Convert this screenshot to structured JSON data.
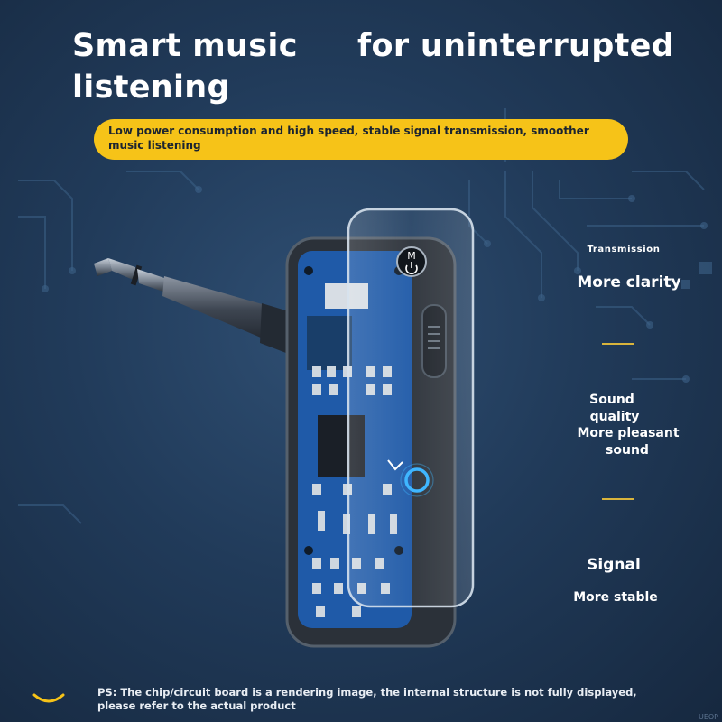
{
  "headline": {
    "left": "Smart music listening",
    "right": "for uninterrupted"
  },
  "banner": {
    "text": "Low power consumption and high speed, stable signal transmission, smoother music listening"
  },
  "product": {
    "button_icon": "m-power-button-icon",
    "status_light_icon": "led-ring-icon"
  },
  "features": {
    "transmission_label": "Transmission",
    "clarity": "More clarity",
    "sound_quality_line1": "Sound",
    "sound_quality_line2": "quality",
    "sound_quality_line3": "More pleasant",
    "sound_quality_line4": "sound",
    "signal": "Signal",
    "stable": "More stable"
  },
  "footer": {
    "ps_line1": "PS: The chip/circuit board is a rendering image, the internal structure is not fully displayed,",
    "ps_line2": "please refer to the actual product",
    "watermark": "UEOP"
  },
  "colors": {
    "background": "#213b5a",
    "banner": "#f6c318",
    "accent_line": "#d9b43c",
    "pcb": "#1f5aa8",
    "led": "#3fb6ff"
  }
}
